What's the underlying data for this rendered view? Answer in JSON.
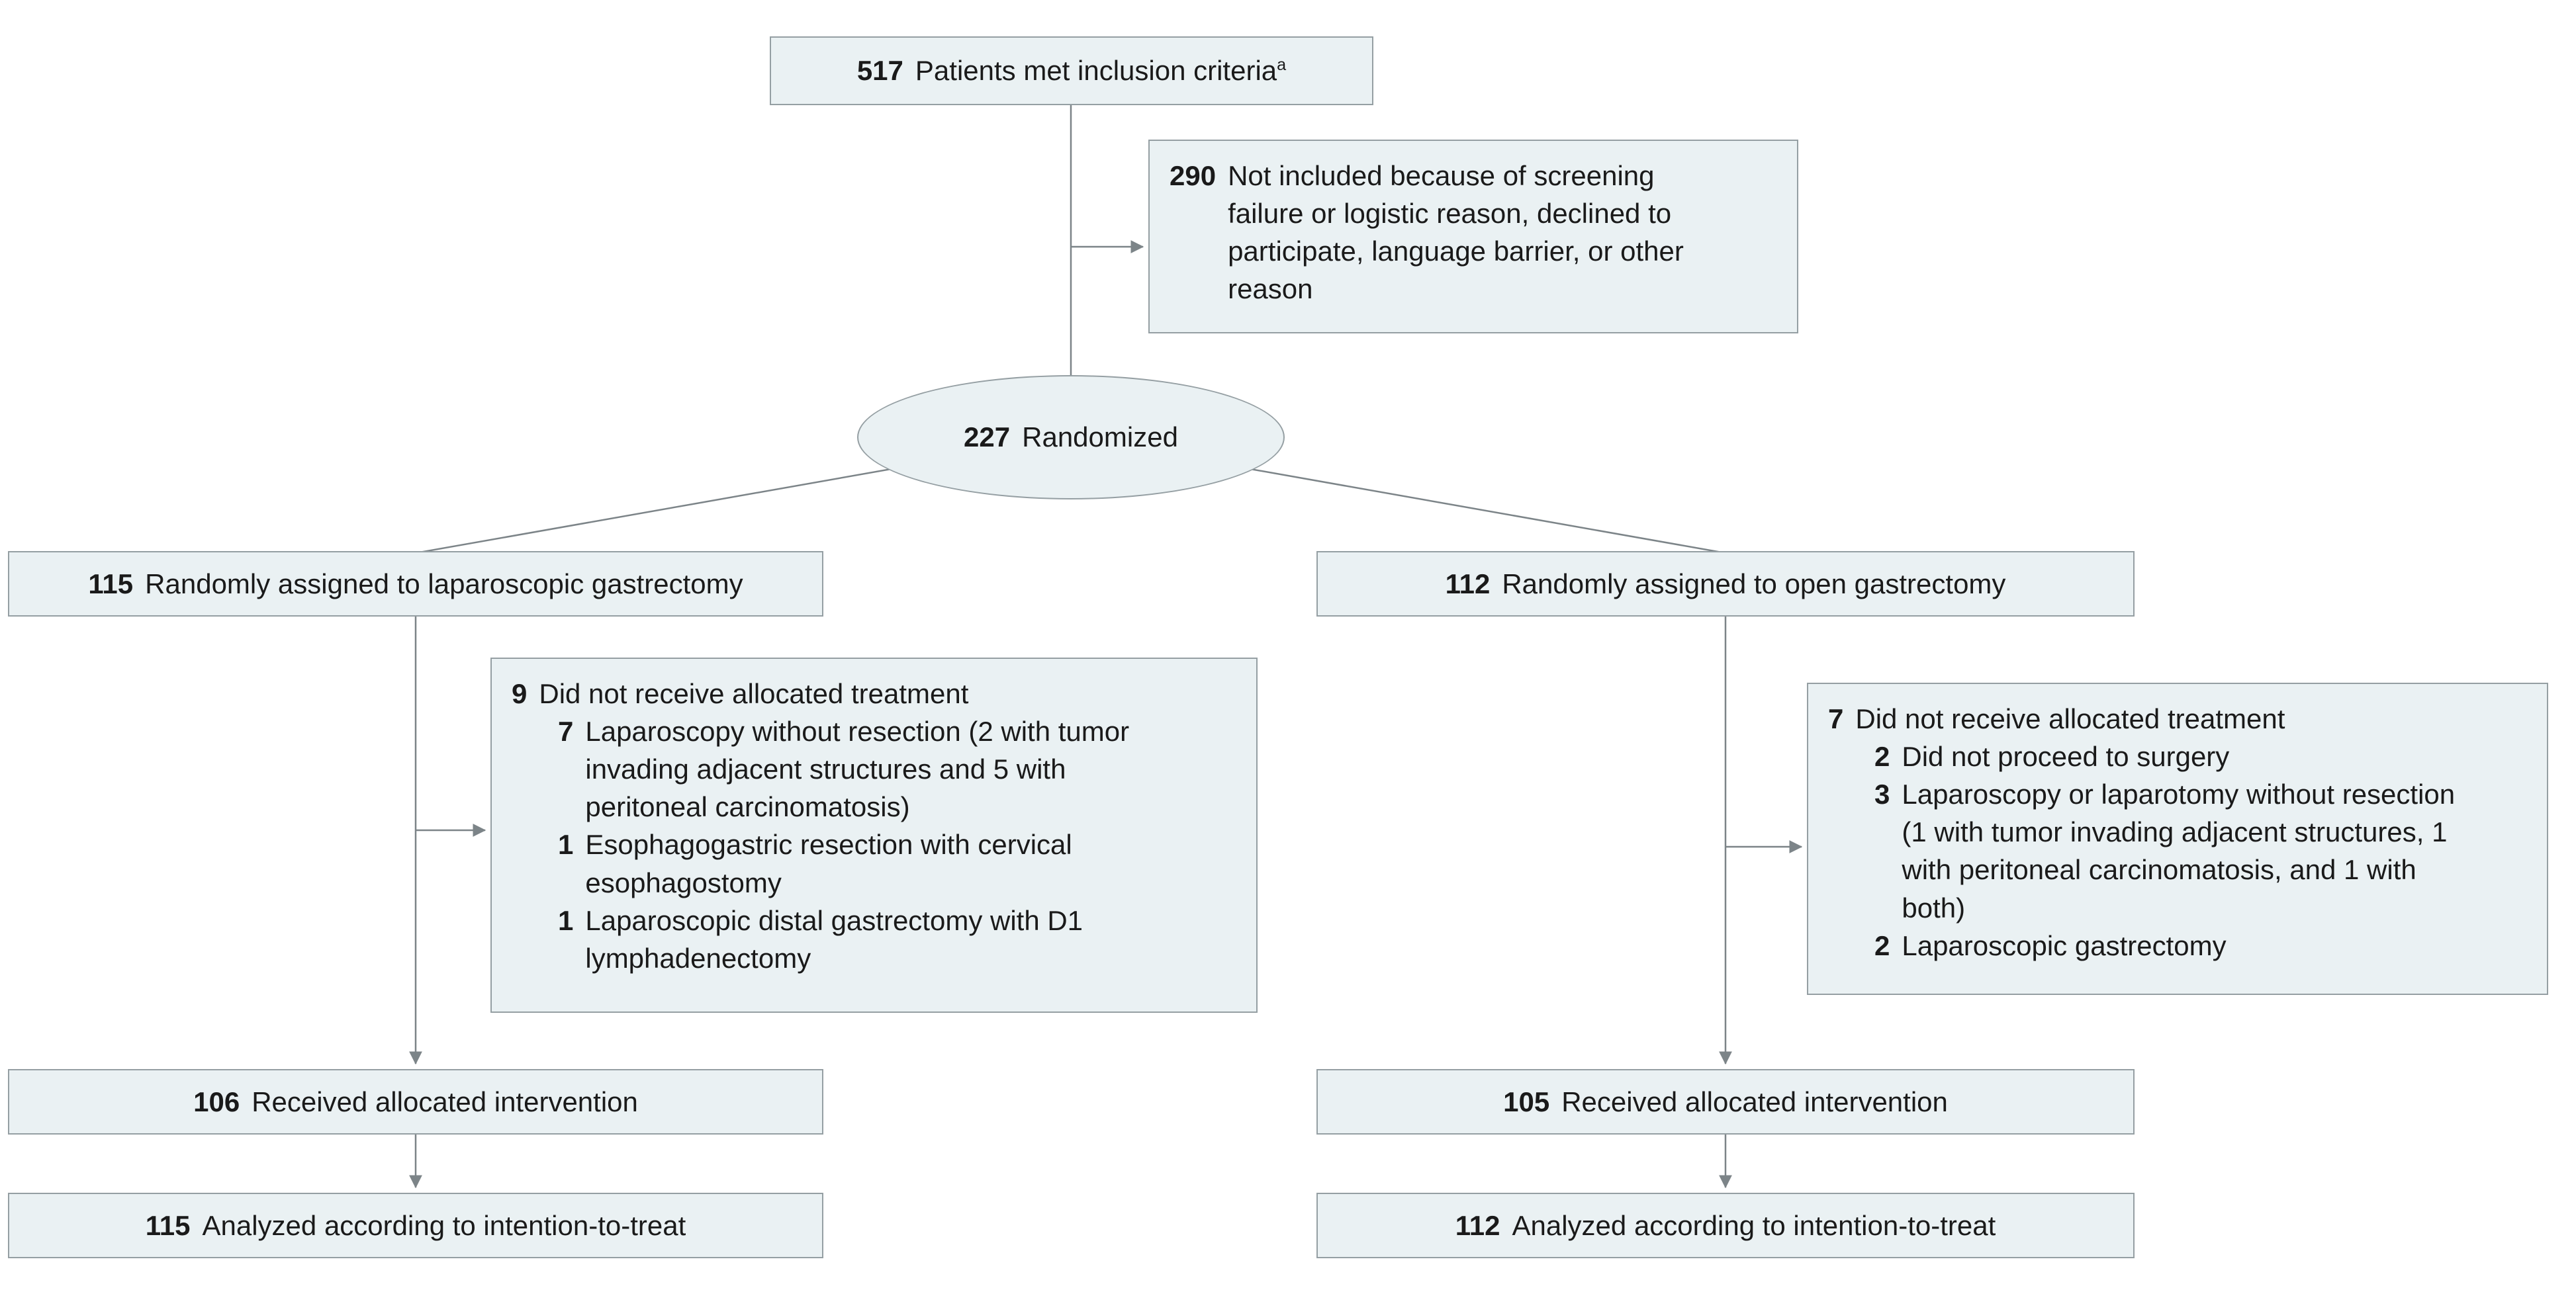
{
  "colors": {
    "box_fill": "#eaf1f3",
    "box_border": "#959fa3",
    "line": "#7c8488",
    "text": "#1a1a1a"
  },
  "diagram": {
    "top_box": {
      "count": "517",
      "label": "Patients met inclusion criteria",
      "superscript": "a"
    },
    "not_included_box": {
      "count": "290",
      "label": "Not included because of screening failure or logistic reason, declined to participate, language barrier, or other reason"
    },
    "randomized": {
      "count": "227",
      "label": "Randomized"
    },
    "left": {
      "assigned": {
        "count": "115",
        "label": "Randomly assigned to laparoscopic gastrectomy"
      },
      "not_received": {
        "count": "9",
        "label": "Did not receive allocated treatment",
        "items": [
          {
            "count": "7",
            "label": "Laparoscopy without resection (2 with tumor invading adjacent structures and 5 with peritoneal carcinomatosis)"
          },
          {
            "count": "1",
            "label": "Esophagogastric resection with cervical esophagostomy"
          },
          {
            "count": "1",
            "label": "Laparoscopic distal gastrectomy with D1 lymphadenectomy"
          }
        ]
      },
      "received": {
        "count": "106",
        "label": "Received allocated intervention"
      },
      "analyzed": {
        "count": "115",
        "label": "Analyzed according to intention-to-treat"
      }
    },
    "right": {
      "assigned": {
        "count": "112",
        "label": "Randomly assigned to open gastrectomy"
      },
      "not_received": {
        "count": "7",
        "label": "Did not receive allocated treatment",
        "items": [
          {
            "count": "2",
            "label": "Did not proceed to surgery"
          },
          {
            "count": "3",
            "label": "Laparoscopy or laparotomy without resection (1 with tumor invading adjacent structures, 1 with peritoneal carcinomatosis, and 1 with both)"
          },
          {
            "count": "2",
            "label": "Laparoscopic gastrectomy"
          }
        ]
      },
      "received": {
        "count": "105",
        "label": "Received allocated intervention"
      },
      "analyzed": {
        "count": "112",
        "label": "Analyzed according to intention-to-treat"
      }
    }
  }
}
